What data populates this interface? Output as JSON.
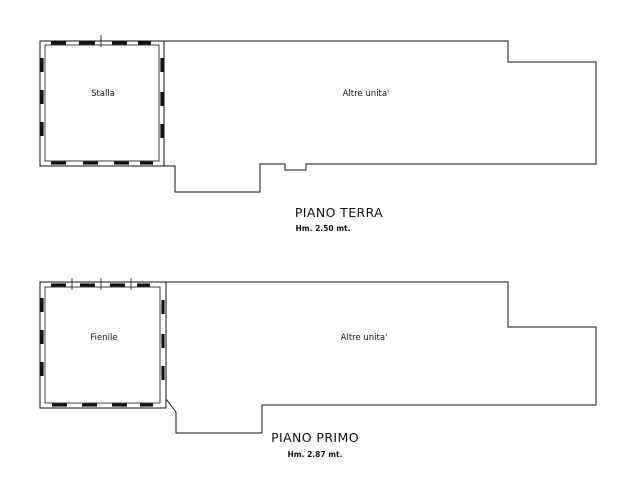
{
  "floors": [
    {
      "title": "PIANO TERRA",
      "height": "Hm. 2.50 mt.",
      "room_label": "Stalla",
      "other_label": "Altre unita'"
    },
    {
      "title": "PIANO PRIMO",
      "height": "Hm. 2.87 mt.",
      "room_label": "Fienile",
      "other_label": "Altre unita'"
    }
  ]
}
